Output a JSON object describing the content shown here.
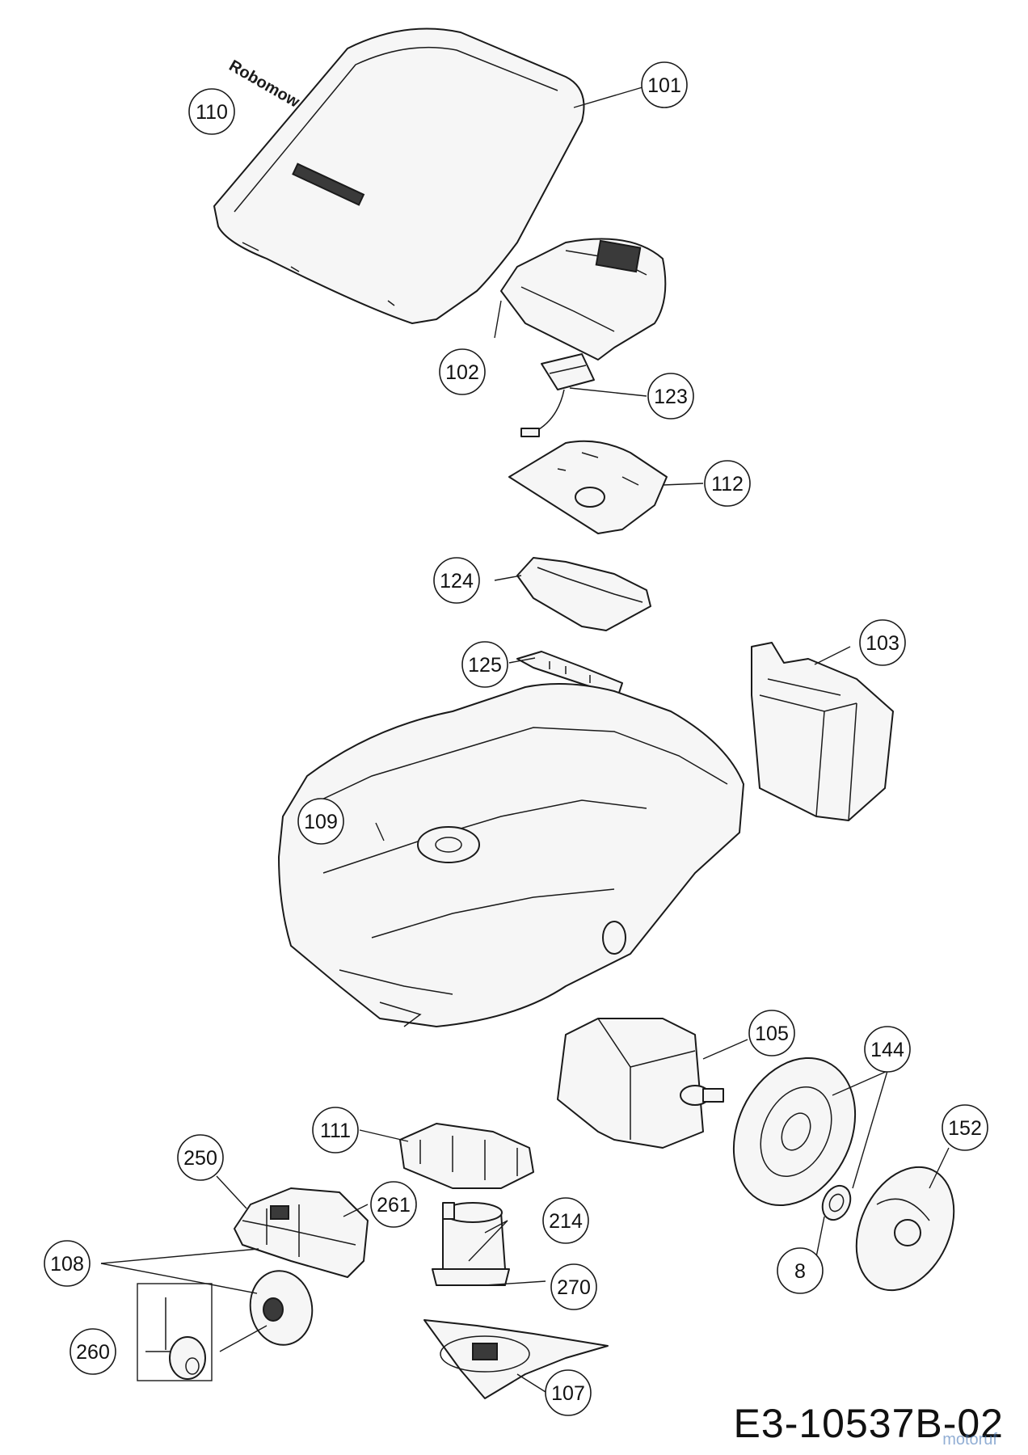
{
  "logo_text": "Robomow",
  "diagram_code": "E3-10537B-02",
  "watermark": "motoruf",
  "callouts": [
    "110",
    "101",
    "102",
    "123",
    "112",
    "124",
    "125",
    "103",
    "109",
    "105",
    "111",
    "144",
    "152",
    "250",
    "261",
    "214",
    "108",
    "8",
    "270",
    "260",
    "107"
  ]
}
